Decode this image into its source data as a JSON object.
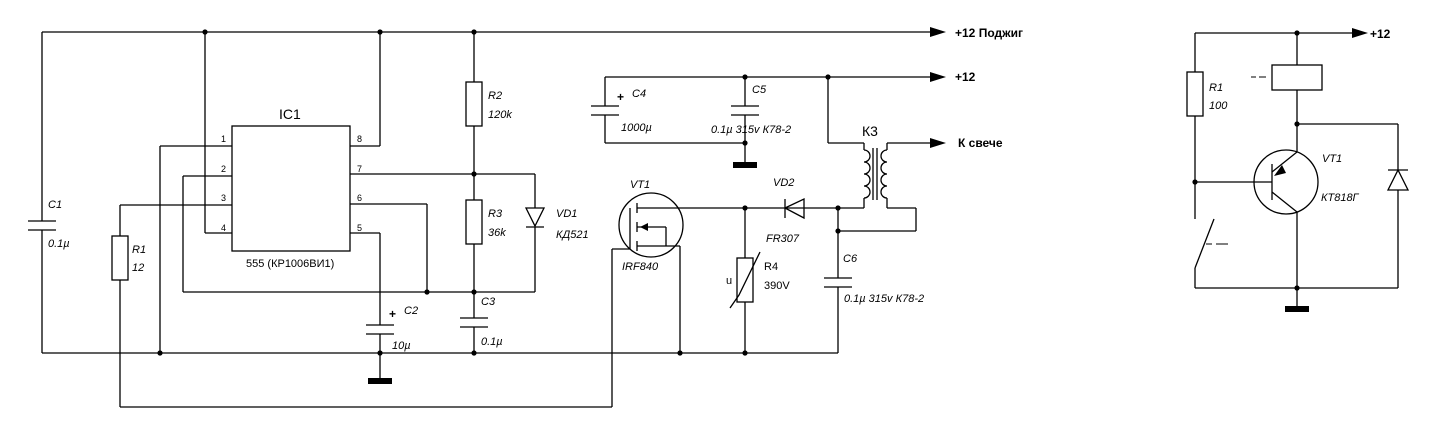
{
  "main_circuit": {
    "outputs": {
      "plus12_ignition": "+12 Поджиг",
      "plus12": "+12",
      "to_plug": "К свече"
    },
    "ic": {
      "name": "IC1",
      "part": "555 (КР1006ВИ1)",
      "pins": [
        "1",
        "2",
        "3",
        "4",
        "5",
        "6",
        "7",
        "8"
      ]
    },
    "c1": {
      "ref": "C1",
      "value": "0.1µ"
    },
    "r1": {
      "ref": "R1",
      "value": "12"
    },
    "r2": {
      "ref": "R2",
      "value": "120k"
    },
    "r3": {
      "ref": "R3",
      "value": "36k"
    },
    "vd1": {
      "ref": "VD1",
      "value": "КД521"
    },
    "c2": {
      "ref": "C2",
      "value": "10µ",
      "polarity": "+"
    },
    "c3": {
      "ref": "C3",
      "value": "0.1µ"
    },
    "c4": {
      "ref": "C4",
      "value": "1000µ",
      "polarity": "+"
    },
    "c5": {
      "ref": "C5",
      "value": "0.1µ 315v К78-2"
    },
    "c6": {
      "ref": "C6",
      "value": "0.1µ 315v К78-2"
    },
    "vt1": {
      "ref": "VT1",
      "value": "IRF840"
    },
    "vd2": {
      "ref": "VD2",
      "value": "FR307"
    },
    "r4": {
      "ref": "R4",
      "value": "390V",
      "symbol": "u"
    },
    "coil": {
      "ref": "К3"
    }
  },
  "relay_circuit": {
    "supply": "+12",
    "r1": {
      "ref": "R1",
      "value": "100"
    },
    "vt1": {
      "ref": "VT1",
      "value": "КТ818Г"
    }
  }
}
